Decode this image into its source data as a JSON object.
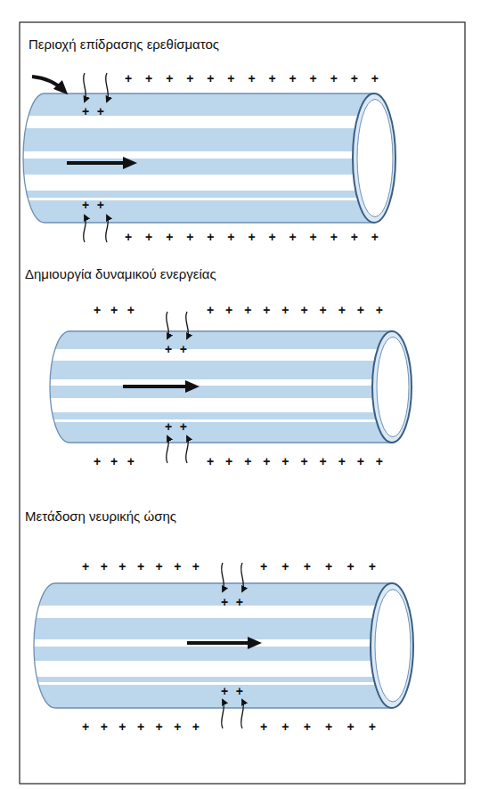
{
  "diagram": {
    "labels": [
      "Περιοχή επίδρασης ερεθίσματος",
      "+ + + + + + + + + + + + +",
      "+ +",
      "+ +",
      "+ + + + + + + + + + + + +",
      "Δημιουργία δυναμικού ενεργείας",
      "+ + +",
      "+ + + + + + + + + +",
      "+ +",
      "+ +",
      "+ + +",
      "+ + + + + + + + + +",
      "Μετάδοση νευρικής ώσης",
      "+ + + + + + +",
      "+ + + + + +",
      "+ +",
      "+ +",
      "+ + + + + + +",
      "+ + + + + +"
    ]
  }
}
